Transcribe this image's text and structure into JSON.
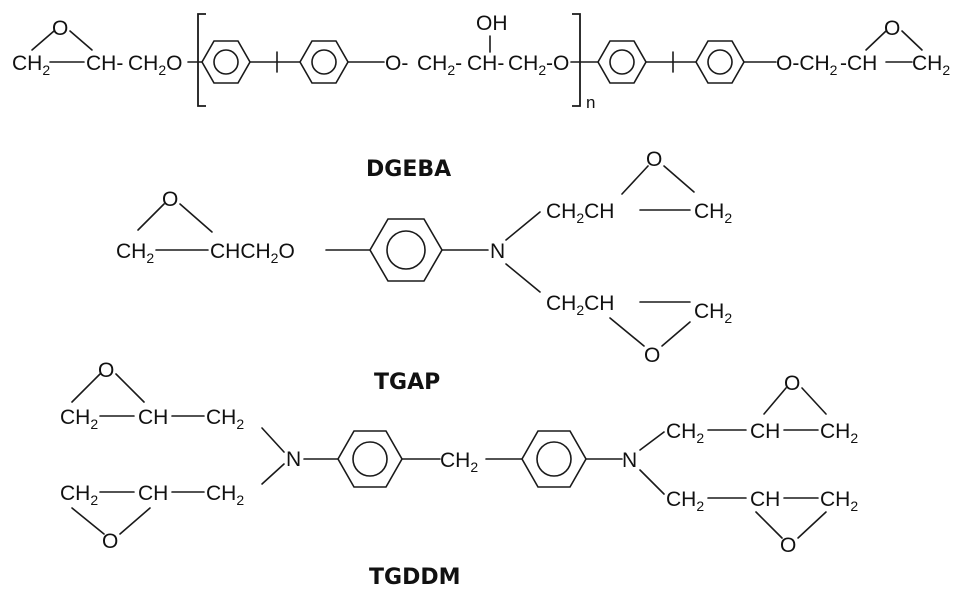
{
  "captions": {
    "dgeba": "DGEBA",
    "tgap": "TGAP",
    "tgddm": "TGDDM"
  },
  "atoms": {
    "o": "O",
    "oh": "OH",
    "ch": "CH",
    "ch_dash": "CH-",
    "ch_dash_cap": "-CH",
    "ch2": "CH",
    "ch2_sub": "2",
    "n": "N",
    "n_repeat": "n",
    "o_dash": "O-",
    "dash_o": "-O",
    "o_dash_ch": "O-CH",
    "chch2": "CHCH",
    "ch2o_tail": "O",
    "dash": "-"
  }
}
